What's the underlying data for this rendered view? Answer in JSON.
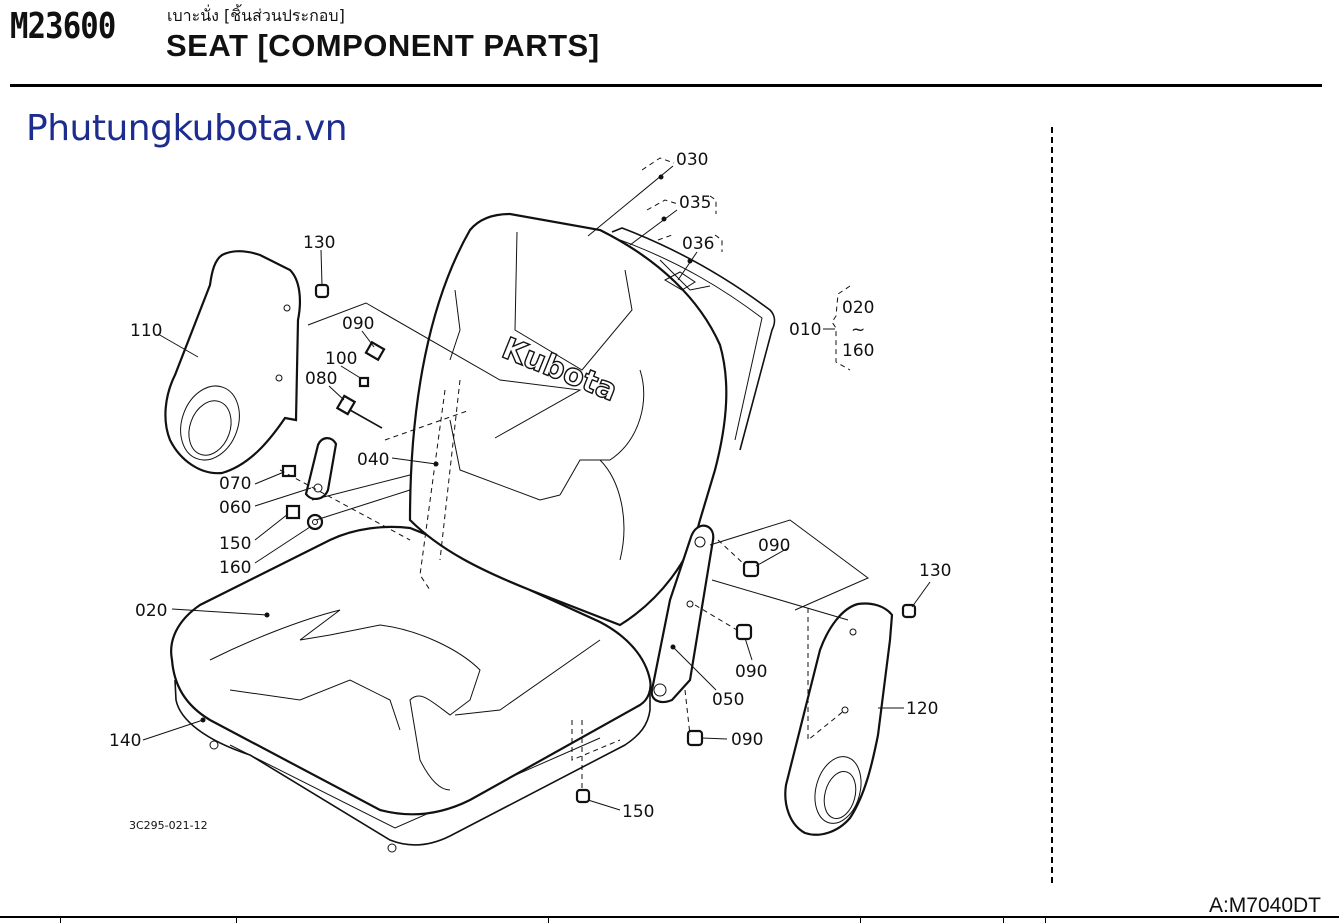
{
  "header": {
    "code": "M23600",
    "title_th": "เบาะนั่ง [ชิ้นส่วนประกอบ]",
    "title_en": "SEAT [COMPONENT PARTS]"
  },
  "watermark": "Phutungkubota.vn",
  "figure_code": "3C295-021-12",
  "model_ref": "A:M7040DT",
  "seat_brand": "Kubota",
  "callouts": {
    "c030": "030",
    "c035": "035",
    "c036": "036",
    "c010": "010",
    "c020r": "020",
    "tilde": "~",
    "c160r": "160",
    "c130a": "130",
    "c110": "110",
    "c090a": "090",
    "c100": "100",
    "c080": "080",
    "c040": "040",
    "c070": "070",
    "c060": "060",
    "c150a": "150",
    "c160": "160",
    "c020": "020",
    "c140": "140",
    "c090b": "090",
    "c090c": "090",
    "c050": "050",
    "c090d": "090",
    "c130b": "130",
    "c120": "120",
    "c150b": "150"
  }
}
